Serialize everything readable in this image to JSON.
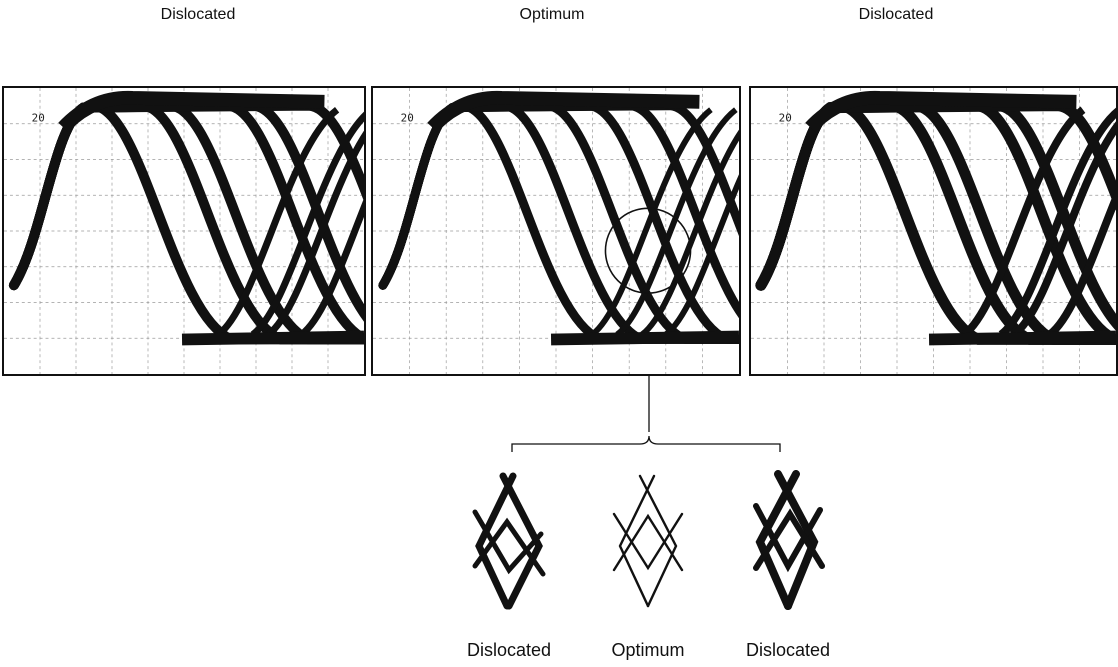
{
  "top_labels": {
    "left": "Dislocated",
    "center": "Optimum",
    "right": "Dislocated"
  },
  "bottom_labels": {
    "left": "Dislocated",
    "center": "Optimum",
    "right": "Dislocated"
  },
  "panel_marker": "20",
  "colors": {
    "trace": "#111111",
    "grid": "#9a9a9a",
    "frame": "#111111"
  }
}
